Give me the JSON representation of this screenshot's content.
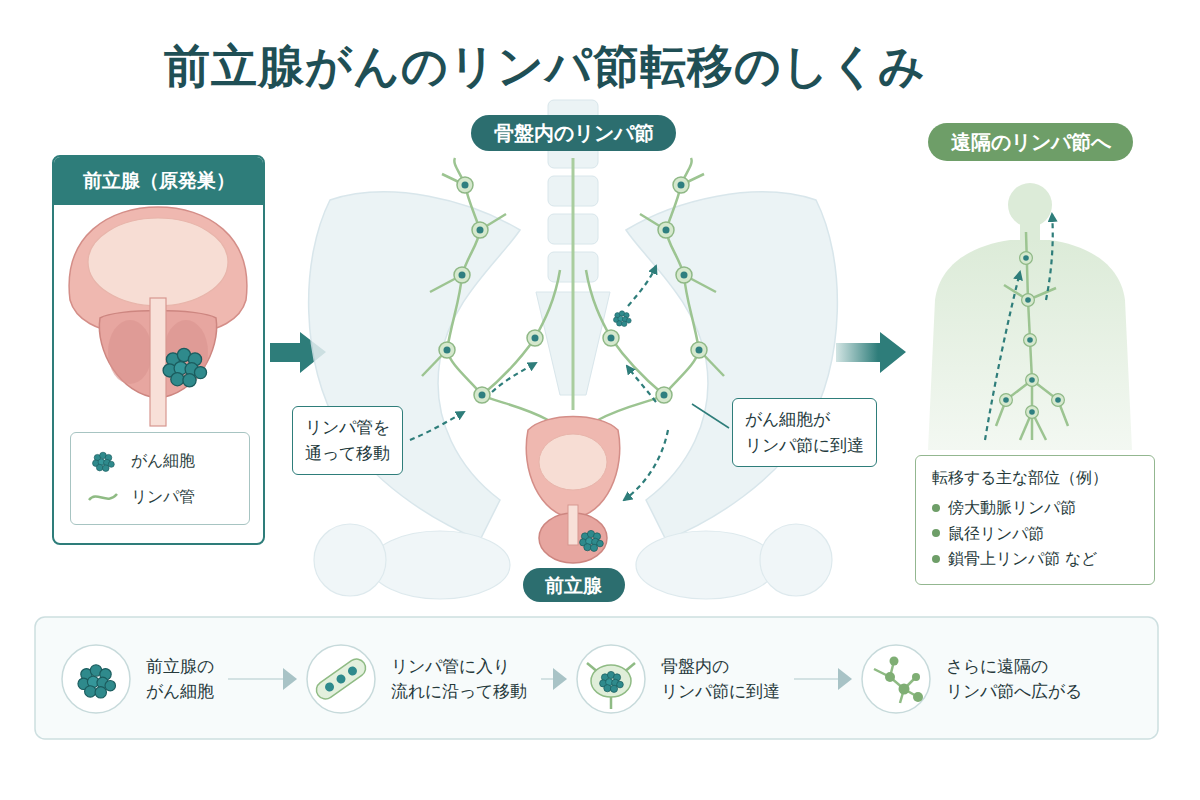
{
  "diagram": {
    "title": "前立腺がんのリンパ節転移のしくみ",
    "nodes": [
      {
        "text": [
          "前立腺（原発巣）"
        ]
      },
      {
        "text": [
          "骨盤内のリンパ節"
        ]
      },
      {
        "text": [
          "リンパ管を 通って移動"
        ]
      },
      {
        "text": [
          "がん細胞が リンパ節に到達"
        ]
      },
      {
        "text": [
          "前立腺"
        ]
      },
      {
        "text": [
          "遠隔のリンパ節へ"
        ]
      },
      {
        "text": [
          "転移する主な部位（例）",
          "傍大動脈リンパ節",
          "鼠径リンパ節",
          "鎖骨上リンパ節 など"
        ]
      },
      {
        "text": [
          "前立腺の がん細胞"
        ]
      },
      {
        "text": [
          "リンパ管に入り 流れに沿って移動"
        ]
      },
      {
        "text": [
          "骨盤内の リンパ節に到達"
        ]
      },
      {
        "text": [
          "さらに遠隔の リンパ節へ広がる"
        ]
      }
    ],
    "edges": [
      {
        "from": 7,
        "to": 8,
        "arrow": "to"
      },
      {
        "from": 8,
        "to": 9,
        "arrow": "to"
      },
      {
        "from": 9,
        "to": 10,
        "arrow": "to"
      }
    ],
    "legend": [
      {
        "text": "がん細胞"
      },
      {
        "text": "リンパ管"
      }
    ]
  }
}
